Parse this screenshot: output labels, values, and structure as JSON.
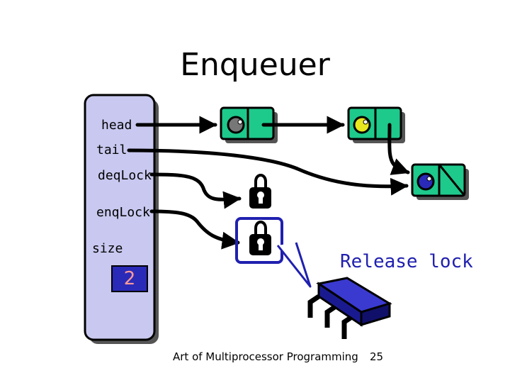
{
  "title": "Enqueuer",
  "object_fields": {
    "head": "head",
    "tail": "tail",
    "deq_lock": "deqLock",
    "enq_lock": "enqLock",
    "size": "size",
    "size_value": "2"
  },
  "callout": "Release lock",
  "footer": {
    "source": "Art of Multiprocessor Programming",
    "page_number": "25"
  },
  "colors": {
    "object_fill": "#c8c8f0",
    "node_fill": "#1ec98c",
    "size_box": "#2a2ab8",
    "size_text": "#ff9999",
    "callout_text": "#2020b0",
    "lock_highlight": "#2020b0",
    "sentinel_value": "#777777",
    "first_value": "#e8e820",
    "second_value": "#2a2ab8"
  },
  "icons": [
    "padlock-icon",
    "padlock-icon",
    "processor-chip-icon"
  ]
}
